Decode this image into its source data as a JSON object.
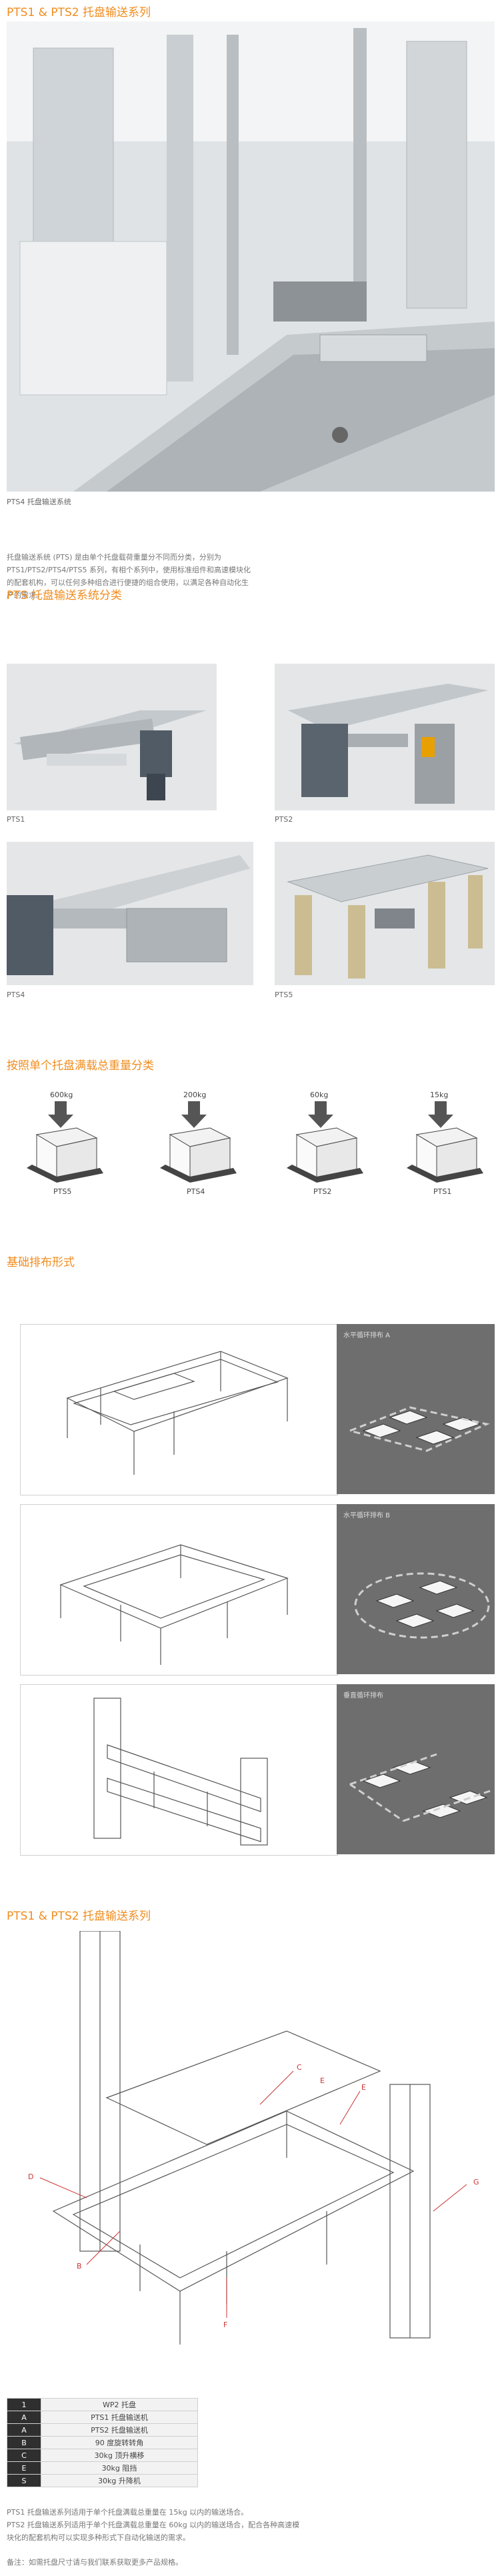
{
  "section1": {
    "title": "PTS1 & PTS2 托盘输送系列",
    "hero_caption": "PTS4 托盘输送系统",
    "description": "托盘输送系统 (PTS) 是由单个托盘载荷重量分不同而分类，分别为 PTS1/PTS2/PTS4/PTS5 系列，有相个系列中，使用标准组件和高速模块化的配套机构，可以任何多种组合进行便捷的组合使用，以满足各种自动化生产的需求。"
  },
  "section2": {
    "title": "PTS 托盘输送系统分类",
    "items": [
      {
        "label": "PTS1"
      },
      {
        "label": "PTS2"
      },
      {
        "label": "PTS4"
      },
      {
        "label": "PTS5"
      }
    ]
  },
  "section3": {
    "title": "按照单个托盘满载总重量分类",
    "boxes": [
      {
        "weight": "600kg",
        "label": "PTS5"
      },
      {
        "weight": "200kg",
        "label": "PTS4"
      },
      {
        "weight": "60kg",
        "label": "PTS2"
      },
      {
        "weight": "15kg",
        "label": "PTS1"
      }
    ]
  },
  "section4": {
    "title": "基础排布形式",
    "layouts": [
      {
        "panel_label": "水平循环排布 A"
      },
      {
        "panel_label": "水平循环排布 B"
      },
      {
        "panel_label": "垂直循环排布"
      }
    ]
  },
  "section5": {
    "title": "PTS1 & PTS2 托盘输送系列",
    "callouts": [
      "C",
      "E",
      "E",
      "D",
      "B",
      "F",
      "G"
    ],
    "spec_rows": [
      {
        "key": "1",
        "value": "WP2 托盘"
      },
      {
        "key": "A",
        "value": "PTS1 托盘输送机"
      },
      {
        "key": "A",
        "value": "PTS2 托盘输送机"
      },
      {
        "key": "B",
        "value": "90 度旋转转角"
      },
      {
        "key": "C",
        "value": "30kg 顶升横移"
      },
      {
        "key": "E",
        "value": "30kg 阻挡"
      },
      {
        "key": "S",
        "value": "30kg 升降机"
      }
    ],
    "notes": [
      "PTS1 托盘输送系列适用于单个托盘满载总重量在 15kg 以内的输送场合。",
      "PTS2 托盘输送系列适用于单个托盘满载总重量在 60kg 以内的输送场合，配合各种高速模块化的配套机构可以实现多种形式下自动化输送的需求。",
      "备注：如需托盘尺寸请与我们联系获取更多产品规格。"
    ]
  }
}
